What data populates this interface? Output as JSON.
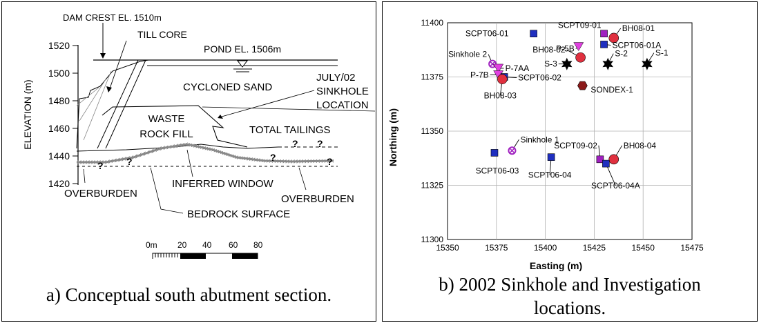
{
  "left_panel": {
    "caption": "a) Conceptual south abutment section.",
    "y_axis": {
      "label": "ELEVATION (m)",
      "range": [
        1420,
        1520
      ],
      "ticks": [
        "1520",
        "1500",
        "1480",
        "1460",
        "1440",
        "1420"
      ]
    },
    "labels": {
      "dam_crest": "DAM CREST EL. 1510m",
      "till_core": "TILL CORE",
      "pond_el": "POND EL. 1506m",
      "sinkhole_line1": "JULY/02",
      "sinkhole_line2": "SINKHOLE",
      "sinkhole_line3": "LOCATION",
      "cycloned_sand": "CYCLONED SAND",
      "waste_line1": "WASTE",
      "waste_line2": "ROCK FILL",
      "total_tailings": "TOTAL TAILINGS",
      "overburden_left": "OVERBURDEN",
      "inferred_window": "INFERRED WINDOW",
      "overburden_right": "OVERBURDEN",
      "bedrock_surface": "BEDROCK SURFACE",
      "question_mark": "?"
    },
    "scale_bar": {
      "labels": [
        "0m",
        "20",
        "40",
        "60",
        "80"
      ]
    }
  },
  "right_panel": {
    "caption_line1": "b) 2002 Sinkhole and Investigation",
    "caption_line2": "locations.",
    "chart_data": {
      "type": "scatter",
      "xlabel": "Easting (m)",
      "ylabel": "Northing (m)",
      "xlim": [
        15350,
        15475
      ],
      "ylim": [
        11300,
        11400
      ],
      "x_ticks": [
        "15350",
        "15375",
        "15400",
        "15425",
        "15450",
        "15475"
      ],
      "y_ticks": [
        "11400",
        "11375",
        "11350",
        "11325",
        "11300"
      ],
      "grid": true,
      "points": [
        {
          "id": "SCPT06-01",
          "label": "SCPT06-01",
          "x": 15394,
          "y": 11395,
          "marker": "square",
          "color": "#1f2fbf"
        },
        {
          "id": "SCPT09-01",
          "label": "SCPT09-01",
          "x": 15430,
          "y": 11395,
          "marker": "square",
          "color": "#a020c0"
        },
        {
          "id": "BH08-01",
          "label": "BH08-01",
          "x": 15435,
          "y": 11393,
          "marker": "circle",
          "color": "#e0303f"
        },
        {
          "id": "SCPT06-01A",
          "label": "SCPT06-01A",
          "x": 15430,
          "y": 11390,
          "marker": "square",
          "color": "#1f2fbf"
        },
        {
          "id": "P-5B",
          "label": "P-5B",
          "x": 15417,
          "y": 11389,
          "marker": "triangle-down",
          "color": "#e040e0"
        },
        {
          "id": "BH08-02",
          "label": "BH08-02",
          "x": 15418,
          "y": 11384,
          "marker": "circle",
          "color": "#e0303f"
        },
        {
          "id": "Sinkhole 2",
          "label": "Sinkhole 2",
          "x": 15373,
          "y": 11381,
          "marker": "circle-x",
          "color": "#a020c0"
        },
        {
          "id": "P-7AA",
          "label": "P-7AA",
          "x": 15376,
          "y": 11379,
          "marker": "triangle-down",
          "color": "#e040e0"
        },
        {
          "id": "S-3",
          "label": "S-3",
          "x": 15411,
          "y": 11381,
          "marker": "star",
          "color": "#000000"
        },
        {
          "id": "S-2",
          "label": "S-2",
          "x": 15432,
          "y": 11381,
          "marker": "star",
          "color": "#000000"
        },
        {
          "id": "S-1",
          "label": "S-1",
          "x": 15452,
          "y": 11381,
          "marker": "star",
          "color": "#000000"
        },
        {
          "id": "P-7B",
          "label": "P-7B",
          "x": 15376,
          "y": 11376,
          "marker": "triangle-down",
          "color": "#e040e0"
        },
        {
          "id": "SCPT06-02",
          "label": "SCPT06-02",
          "x": 15379,
          "y": 11375,
          "marker": "square",
          "color": "#1f2fbf"
        },
        {
          "id": "BH08-03",
          "label": "BH08-03",
          "x": 15378,
          "y": 11374,
          "marker": "circle",
          "color": "#e0303f"
        },
        {
          "id": "SONDEX-1",
          "label": "SONDEX-1",
          "x": 15419,
          "y": 11371,
          "marker": "hexagon",
          "color": "#8b1a1a"
        },
        {
          "id": "SCPT06-03",
          "label": "SCPT06-03",
          "x": 15374,
          "y": 11340,
          "marker": "square",
          "color": "#1f2fbf"
        },
        {
          "id": "Sinkhole 1",
          "label": "Sinkhole 1",
          "x": 15383,
          "y": 11341,
          "marker": "circle-x",
          "color": "#a020c0"
        },
        {
          "id": "SCPT06-04",
          "label": "SCPT06-04",
          "x": 15403,
          "y": 11338,
          "marker": "square",
          "color": "#1f2fbf"
        },
        {
          "id": "SCPT09-02",
          "label": "SCPT09-02",
          "x": 15428,
          "y": 11337,
          "marker": "square",
          "color": "#a020c0"
        },
        {
          "id": "BH08-04",
          "label": "BH08-04",
          "x": 15435,
          "y": 11337,
          "marker": "circle",
          "color": "#e0303f"
        },
        {
          "id": "SCPT06-04A",
          "label": "SCPT06-04A",
          "x": 15431,
          "y": 11335,
          "marker": "square",
          "color": "#1f2fbf"
        }
      ]
    }
  }
}
